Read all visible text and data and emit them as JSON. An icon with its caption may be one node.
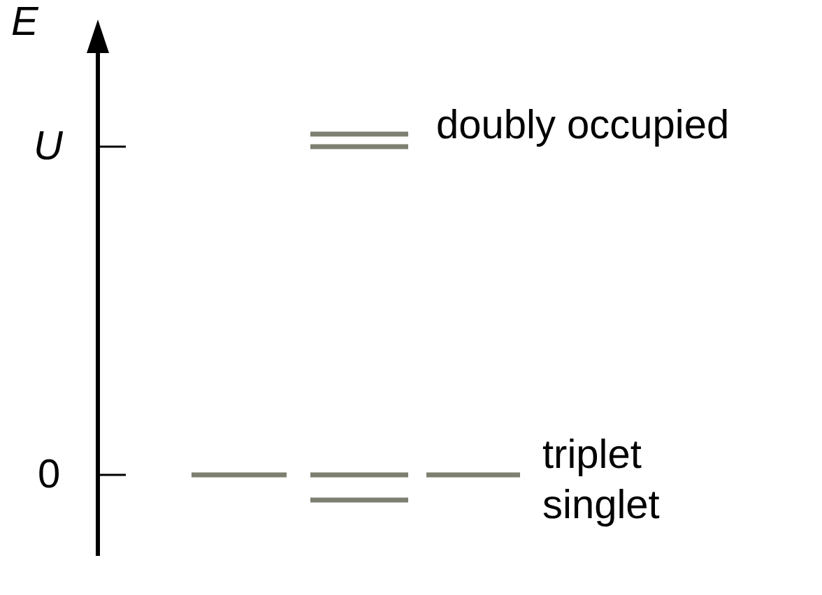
{
  "diagram": {
    "labels": [
      "E",
      "U",
      "0",
      "doubly occupied",
      "triplet",
      "singlet"
    ]
  }
}
